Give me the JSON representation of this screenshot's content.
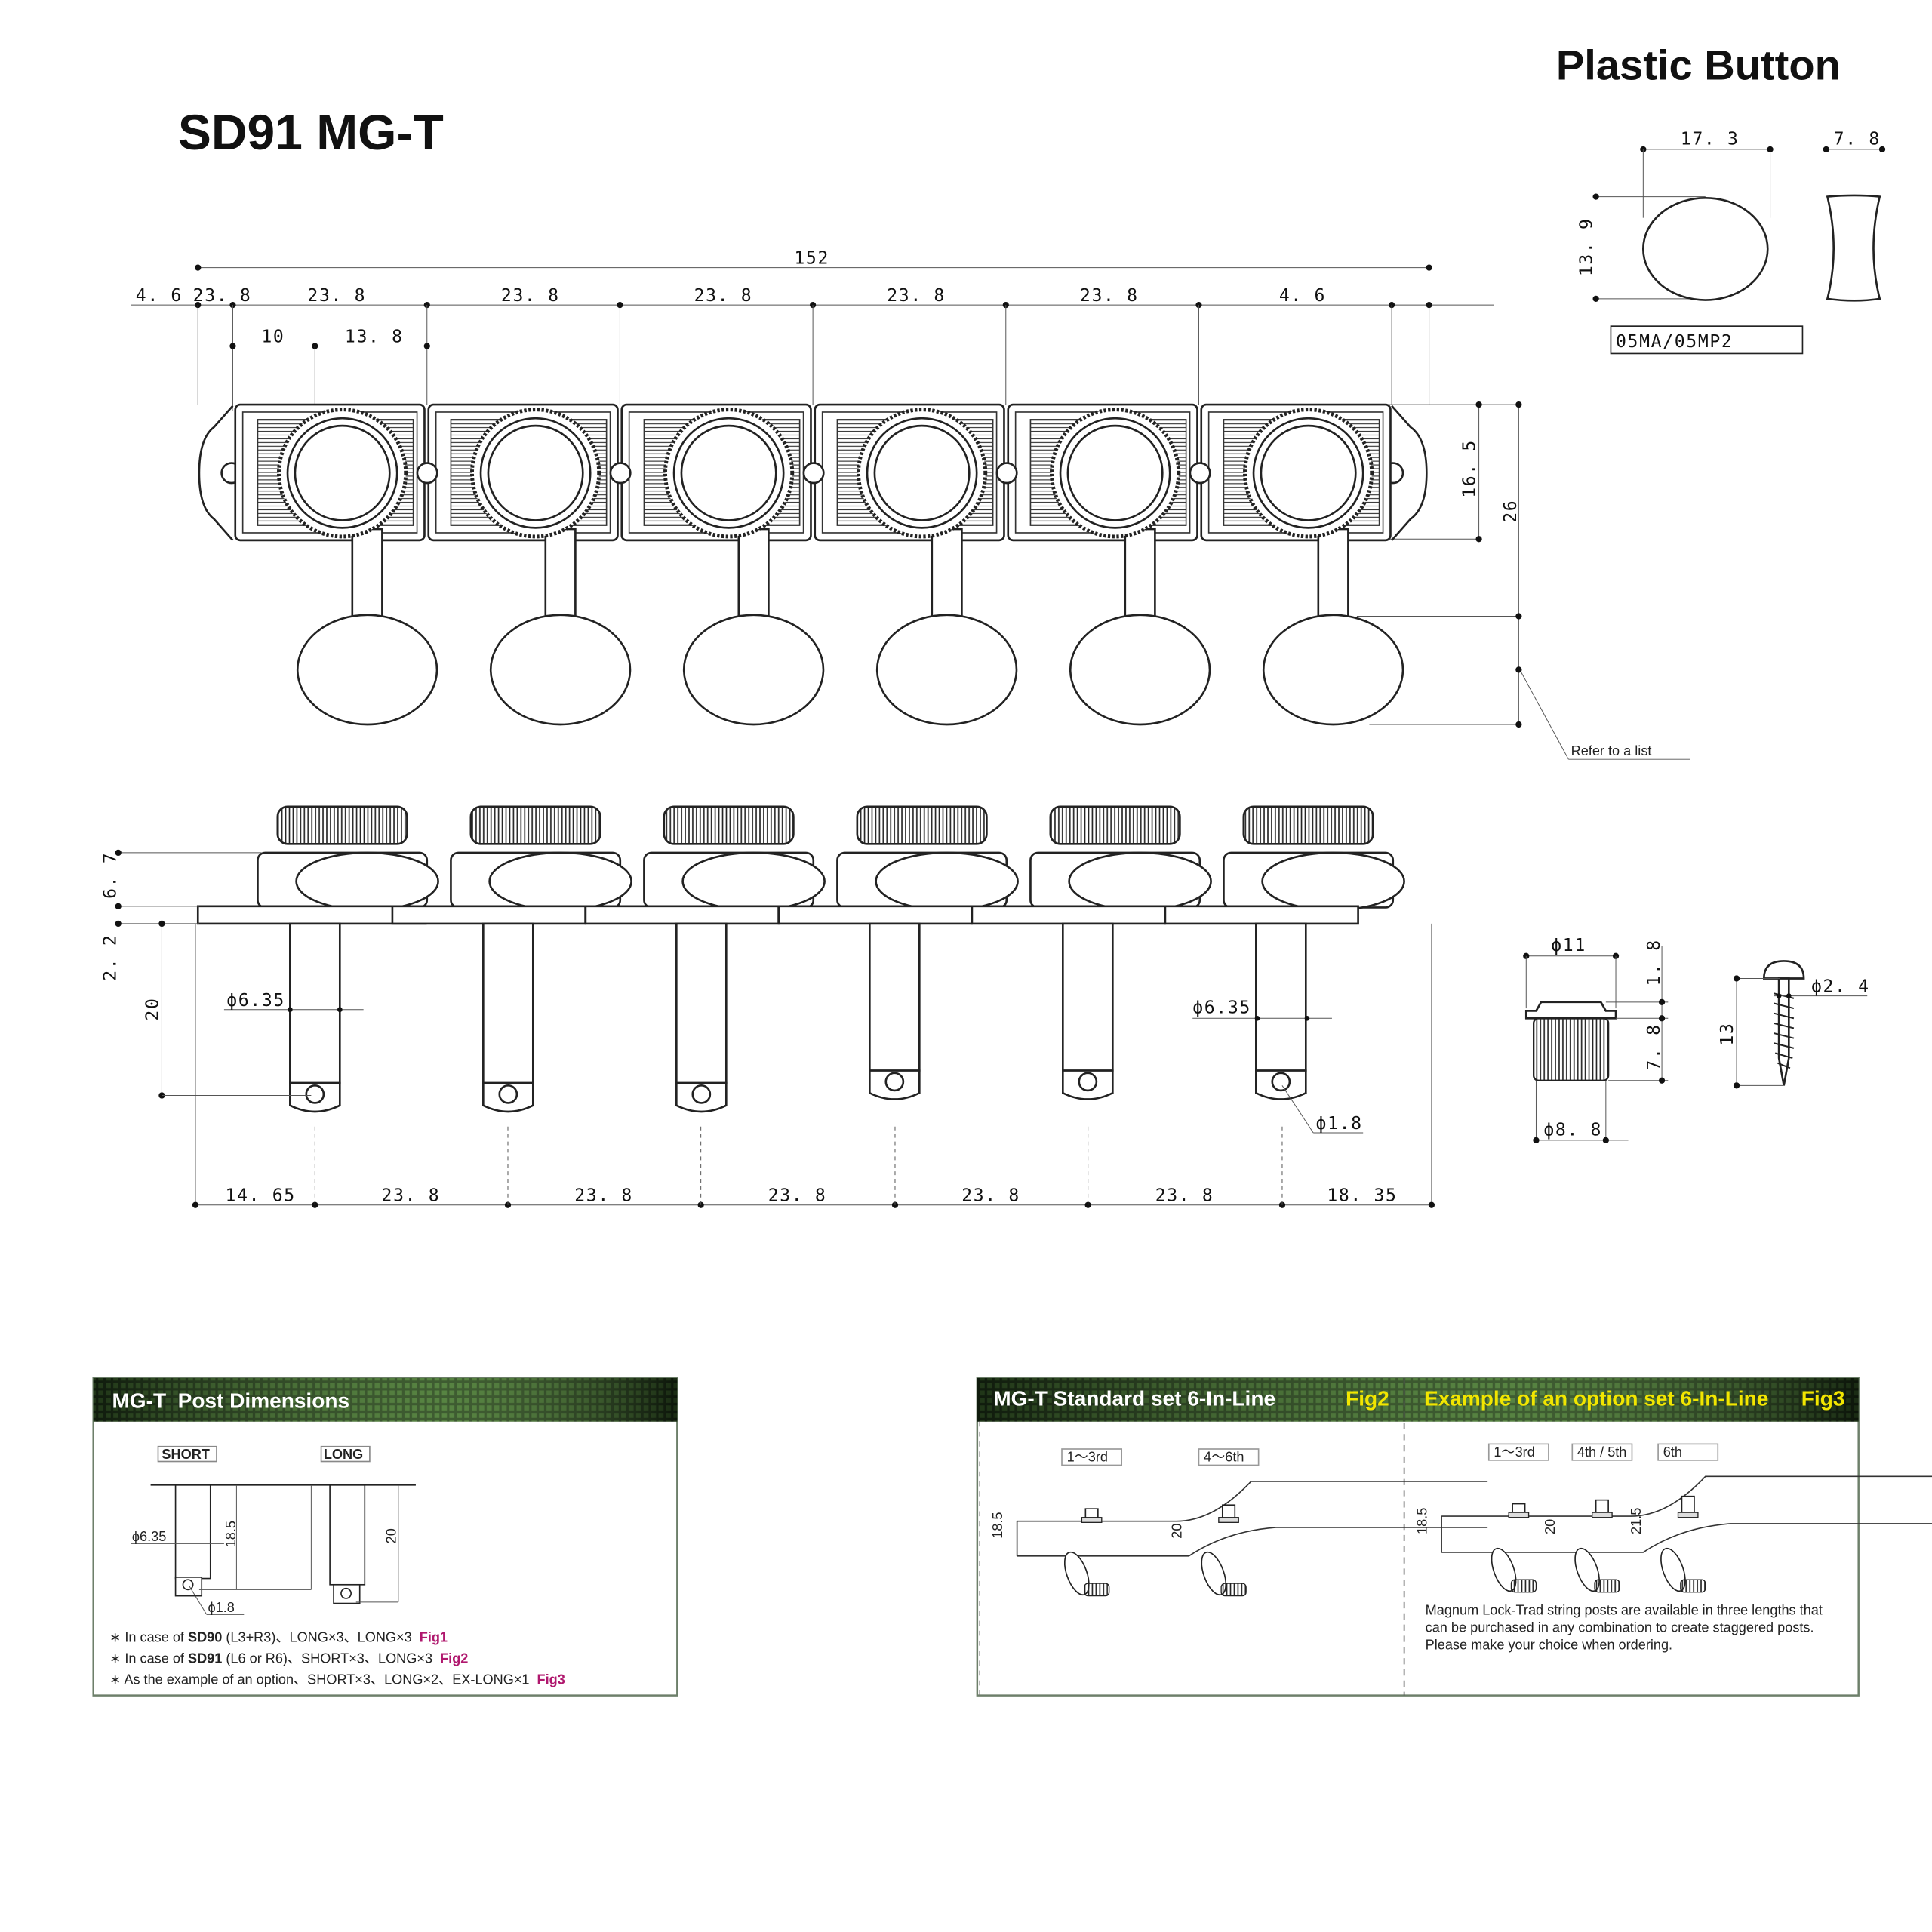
{
  "title": "SD91 MG-T",
  "button_section": {
    "title": "Plastic Button",
    "width": "17. 3",
    "thickness": "7. 8",
    "height": "13. 9",
    "part_no": "05MA/05MP2"
  },
  "top_view": {
    "overall": "152",
    "spacings": [
      "4. 6",
      "23. 8",
      "23. 8",
      "23. 8",
      "23. 8",
      "23. 8",
      "23. 8",
      "4. 6"
    ],
    "offset_a": "10",
    "offset_b": "13. 8",
    "plate_height": "16. 5",
    "total_height": "26",
    "note": "Refer to a list"
  },
  "side_view": {
    "knob_height": "6. 7",
    "plate_thickness": "2. 2",
    "post_length": "20",
    "post_dia_left": "ϕ6.35",
    "post_dia_right": "ϕ6.35",
    "hole_dia": "ϕ1.8",
    "bottom_spacings": [
      "14. 65",
      "23. 8",
      "23. 8",
      "23. 8",
      "23. 8",
      "23. 8",
      "18. 35"
    ]
  },
  "ferrule": {
    "dia_top": "ϕ11",
    "flange": "1. 8",
    "height": "7. 8",
    "dia_bottom": "ϕ8. 8"
  },
  "screw": {
    "length": "13",
    "dia": "ϕ2. 4"
  },
  "post_panel": {
    "title": "MG-T  Post Dimensions",
    "short_label": "SHORT",
    "long_label": "LONG",
    "short_dia": "ϕ6.35",
    "short_len": "18.5",
    "long_len": "20",
    "hole_dia": "ϕ1.8",
    "notes": [
      {
        "prefix": "∗ In case of ",
        "model": "SD90",
        "text": " (L3+R3)、LONG×3、LONG×3  ",
        "fig": "Fig1"
      },
      {
        "prefix": "∗ In case of ",
        "model": "SD91",
        "text": " (L6 or R6)、SHORT×3、LONG×3  ",
        "fig": "Fig2"
      },
      {
        "prefix": "∗ As the example of an option、SHORT×3、LONG×2、EX-LONG×1  ",
        "model": "",
        "text": "",
        "fig": "Fig3"
      }
    ]
  },
  "fig2": {
    "title": "MG-T Standard set 6-In-Line",
    "fig": "Fig2",
    "labels": [
      "1～3rd",
      "4～6th"
    ],
    "dims": [
      "18.5",
      "20"
    ]
  },
  "fig3": {
    "title": "Example of an option set 6-In-Line",
    "fig": "Fig3",
    "labels": [
      "1～3rd",
      "4th / 5th",
      "6th"
    ],
    "dims": [
      "18.5",
      "20",
      "21.5"
    ],
    "description": [
      "Magnum Lock-Trad string posts are available in three lengths that",
      "can be purchased in any combination to create staggered posts.",
      "Please make your choice when ordering."
    ]
  },
  "colors": {
    "fig_accent": "#b0186e",
    "header_yellow": "#f2e600",
    "header_bg": "#1f3a1a"
  }
}
